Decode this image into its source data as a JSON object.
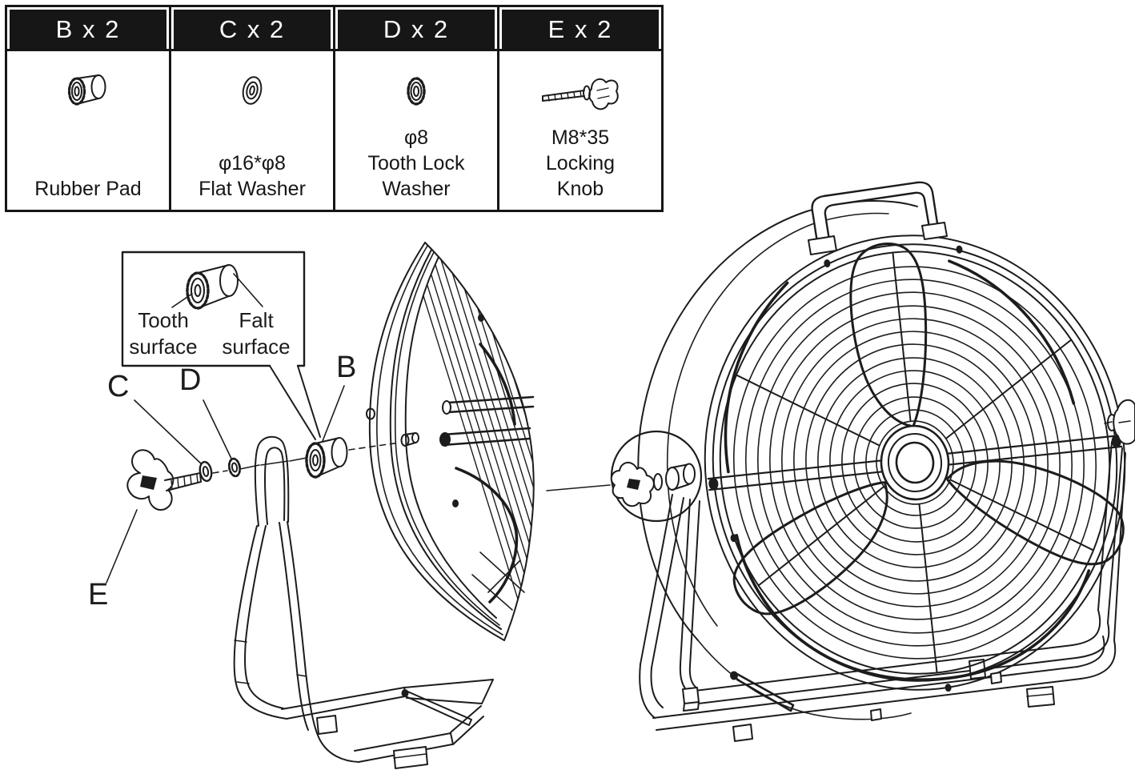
{
  "parts_table": {
    "columns": [
      {
        "id": "B",
        "header": "B x 2",
        "icon": "rubber-pad-icon",
        "lines": [
          "Rubber Pad"
        ]
      },
      {
        "id": "C",
        "header": "C x 2",
        "icon": "flat-washer-icon",
        "lines": [
          "φ16*φ8",
          "Flat Washer"
        ]
      },
      {
        "id": "D",
        "header": "D x 2",
        "icon": "tooth-lock-washer-icon",
        "lines": [
          "φ8",
          "Tooth Lock",
          "Washer"
        ]
      },
      {
        "id": "E",
        "header": "E x 2",
        "icon": "locking-knob-icon",
        "lines": [
          "M8*35",
          "Locking",
          "Knob"
        ]
      }
    ]
  },
  "callout": {
    "tooth": {
      "line1": "Tooth",
      "line2": "surface"
    },
    "flat": {
      "line1": "Falt",
      "line2": "surface"
    }
  },
  "diagram_labels": {
    "b": "B",
    "c": "C",
    "d": "D",
    "e": "E"
  },
  "colors": {
    "line": "#1c1c1c",
    "header_bg": "#161616",
    "header_text": "#ffffff",
    "background": "#ffffff"
  }
}
